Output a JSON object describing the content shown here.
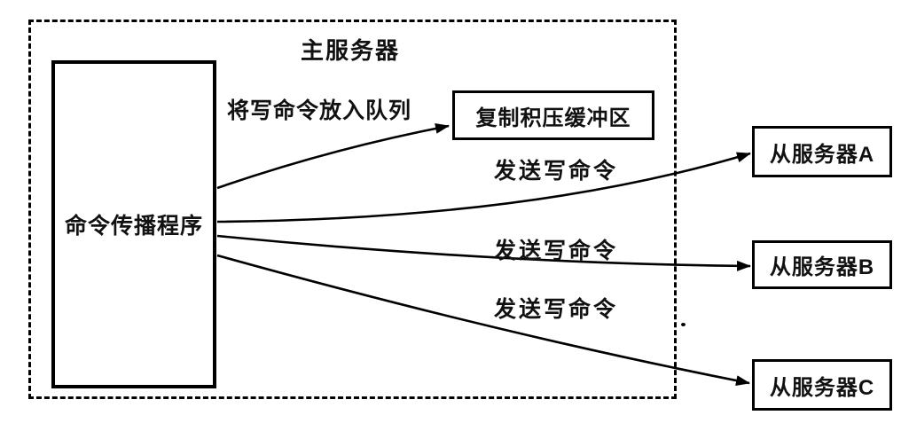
{
  "diagram": {
    "container": {
      "title": "主服务器"
    },
    "nodes": {
      "propagator": {
        "label": "命令传播程序"
      },
      "backlog_buffer": {
        "label": "复制积压缓冲区"
      },
      "slave_a": {
        "label": "从服务器A"
      },
      "slave_b": {
        "label": "从服务器B"
      },
      "slave_c": {
        "label": "从服务器C"
      }
    },
    "edges": {
      "to_buffer": {
        "label": "将写命令放入队列"
      },
      "to_slave_a": {
        "label": "发送写命令"
      },
      "to_slave_b": {
        "label": "发送写命令"
      },
      "to_slave_c": {
        "label": "发送写命令"
      }
    },
    "colors": {
      "stroke": "#000000",
      "background": "#ffffff"
    }
  }
}
